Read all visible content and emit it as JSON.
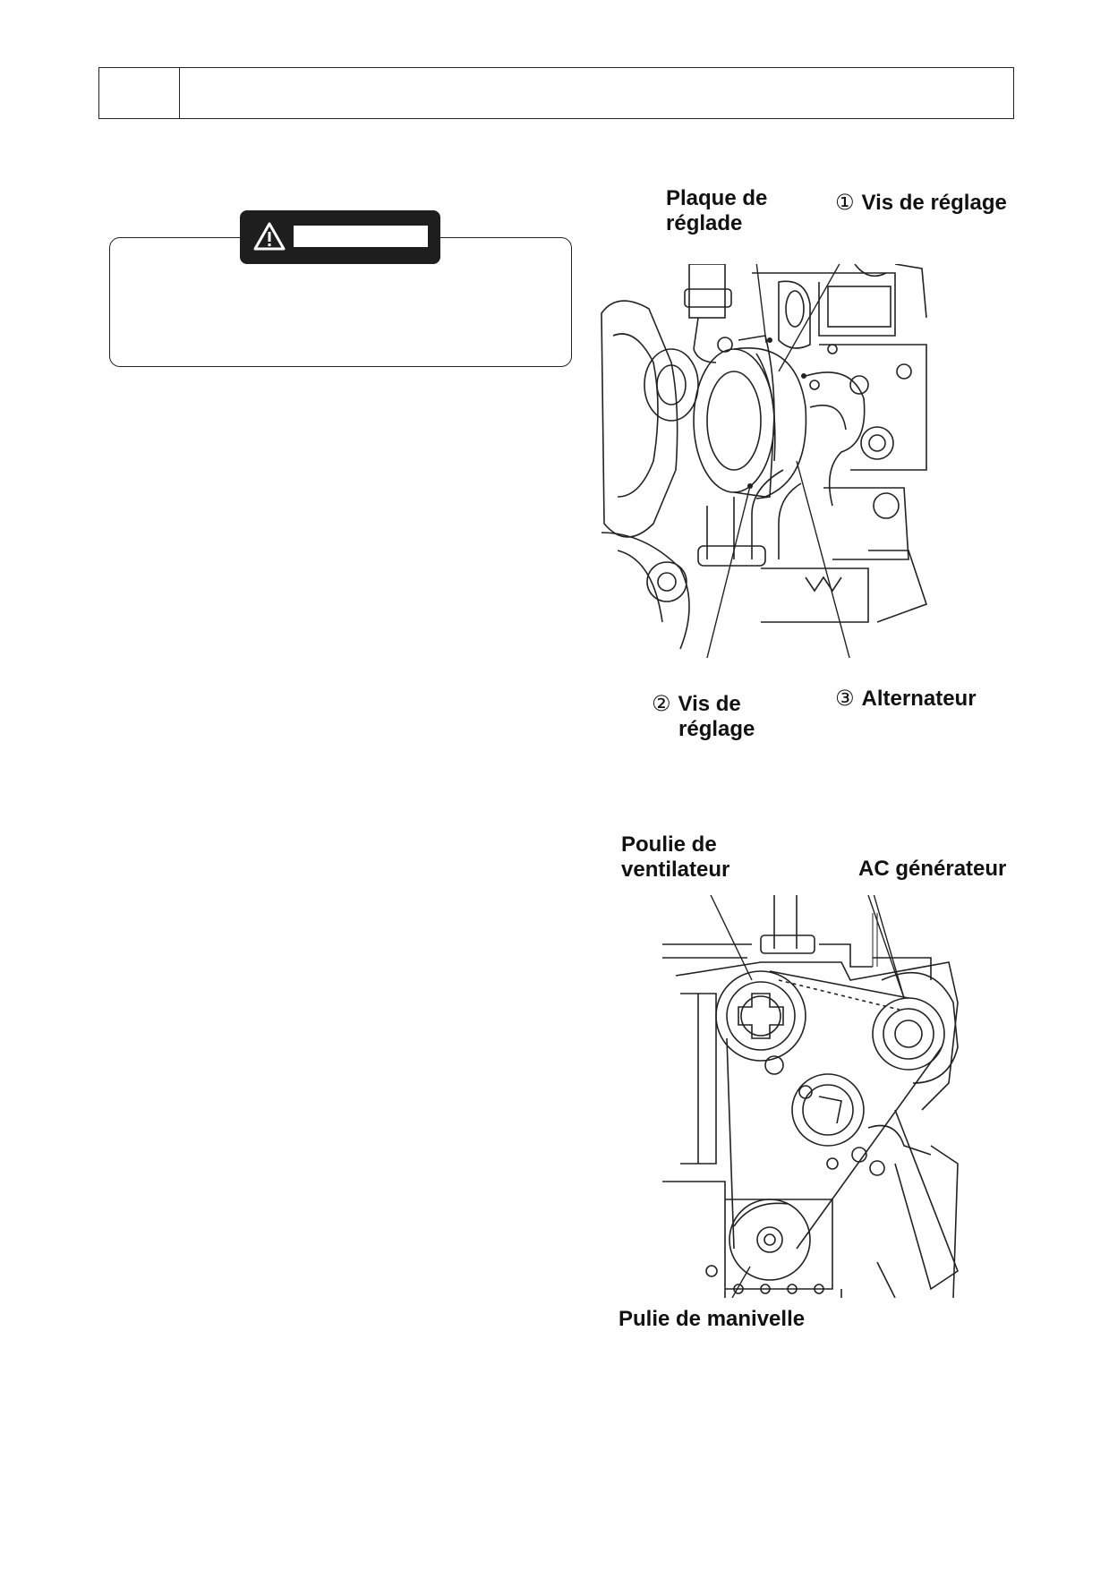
{
  "figure1": {
    "labels": {
      "plaque": "Plaque de",
      "plaque2": "réglade",
      "vis1_num": "①",
      "vis1": "Vis de réglage",
      "vis2_num": "②",
      "vis2": "Vis de",
      "vis2b": "réglage",
      "alt_num": "③",
      "alt": "Alternateur"
    }
  },
  "figure2": {
    "labels": {
      "poulie": "Poulie de",
      "poulie2": "ventilateur",
      "acgen": "AC générateur",
      "pulie": "Pulie de manivelle"
    }
  }
}
